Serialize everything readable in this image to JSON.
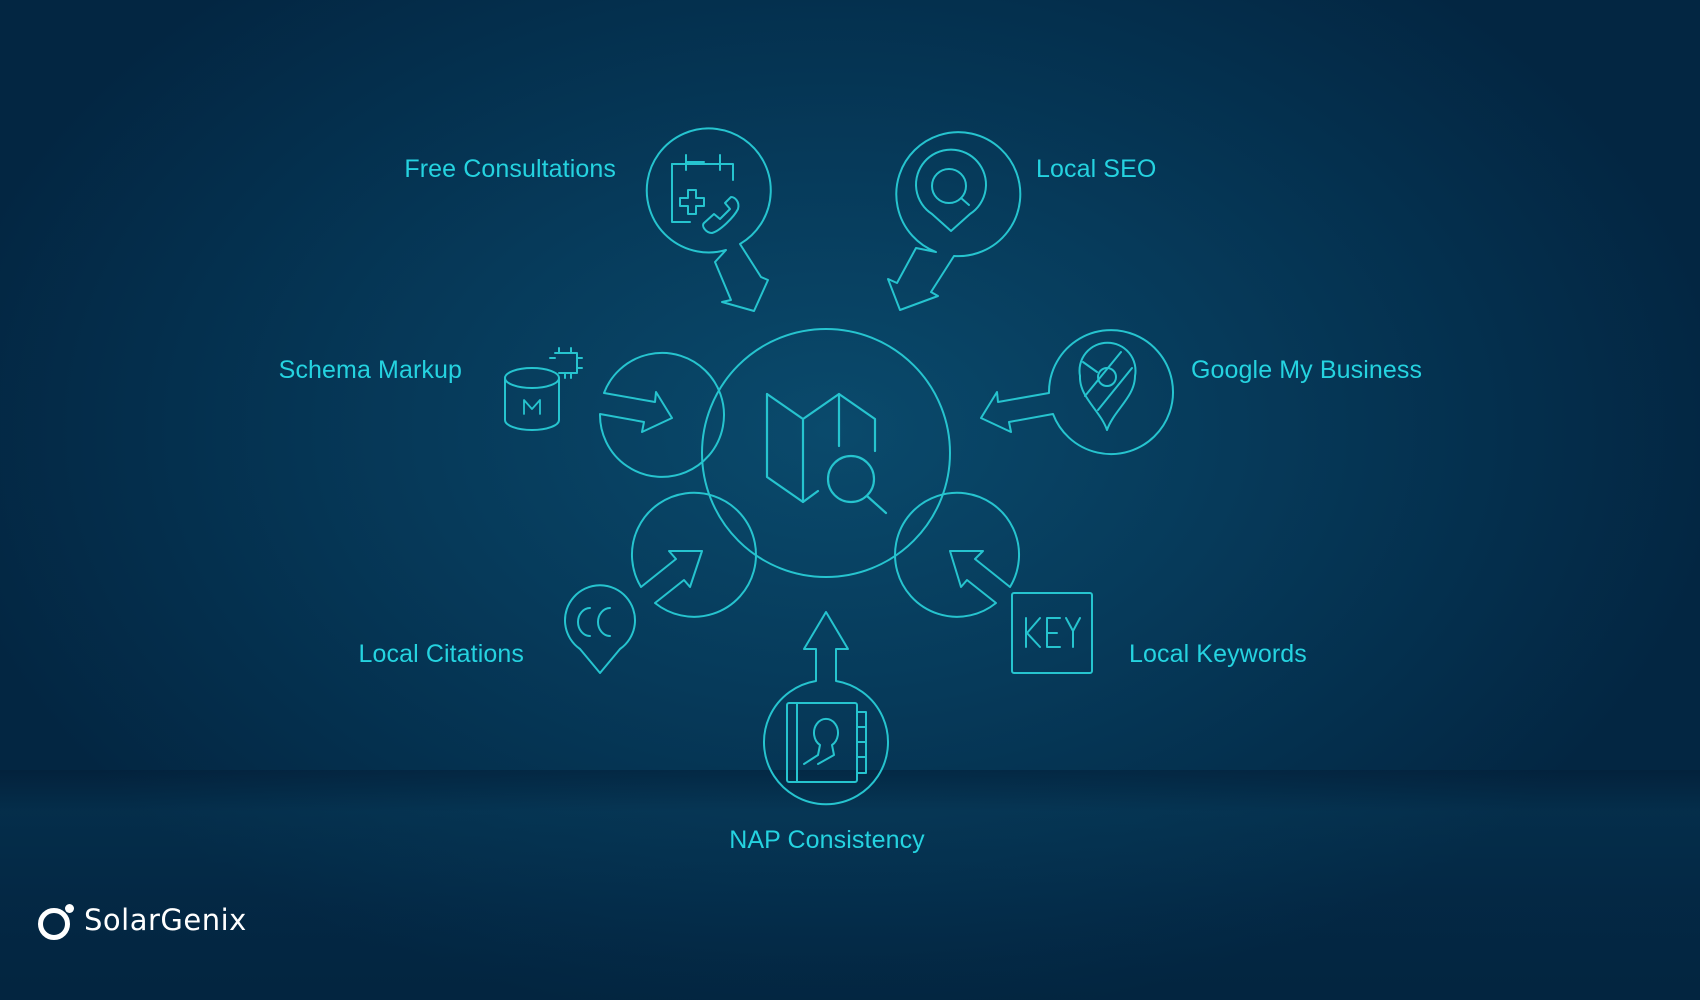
{
  "diagram": {
    "center": {
      "icon": "map-search-icon"
    },
    "nodes": [
      {
        "id": "free-consultations",
        "label": "Free Consultations",
        "icon": "calendar-medical-phone-icon"
      },
      {
        "id": "local-seo",
        "label": "Local SEO",
        "icon": "pin-search-icon"
      },
      {
        "id": "schema-markup",
        "label": "Schema Markup",
        "icon": "database-chip-icon",
        "icon_text": "M"
      },
      {
        "id": "google-my-business",
        "label": "Google My Business",
        "icon": "map-pin-icon"
      },
      {
        "id": "local-citations",
        "label": "Local Citations",
        "icon": "pin-quote-icon"
      },
      {
        "id": "local-keywords",
        "label": "Local Keywords",
        "icon": "key-box-icon",
        "icon_text": "KEY"
      },
      {
        "id": "nap-consistency",
        "label": "NAP Consistency",
        "icon": "contact-book-icon"
      }
    ],
    "colors": {
      "stroke": "#26c4cf",
      "label": "#25d3e0",
      "background": "#063a5a"
    }
  },
  "brand": {
    "name": "SolarGenix"
  }
}
